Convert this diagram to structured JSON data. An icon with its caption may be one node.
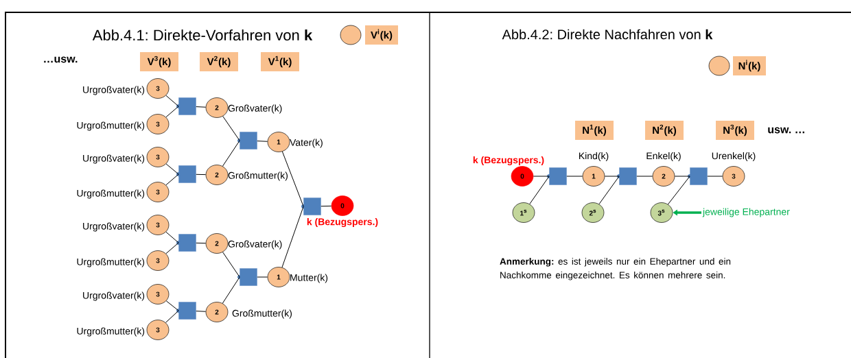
{
  "diagram": {
    "nodes": [
      {
        "text": [
          "V$^{3}$(k)"
        ]
      },
      {
        "text": [
          "V$^{2}$(k)"
        ]
      },
      {
        "text": [
          "V$^{1}$(k)"
        ]
      },
      {
        "text": [
          "3"
        ],
        "beside": [
          "Urgroßvater(k)"
        ]
      },
      {
        "text": [
          "3"
        ],
        "beside": [
          "Urgroßmutter(k)"
        ]
      },
      {
        "text": [],
        "shape": "box"
      },
      {
        "text": [
          "2"
        ],
        "beside": [
          "Großvater(k)"
        ]
      },
      {
        "text": [
          "3"
        ],
        "beside": [
          "Urgroßvater(k)"
        ]
      },
      {
        "text": [
          "3"
        ],
        "beside": [
          "Urgroßmutter(k)"
        ]
      },
      {
        "text": [],
        "shape": "box"
      },
      {
        "text": [
          "2"
        ],
        "beside": [
          "Großmutter(k)"
        ]
      },
      {
        "text": [],
        "shape": "box"
      },
      {
        "text": [
          "1"
        ],
        "beside": [
          "Vater(k)"
        ]
      },
      {
        "text": [
          "3"
        ],
        "beside": [
          "Urgroßvater(k)"
        ]
      },
      {
        "text": [
          "3"
        ],
        "beside": [
          "Urgroßmutter(k)"
        ]
      },
      {
        "text": [],
        "shape": "box"
      },
      {
        "text": [
          "2"
        ],
        "beside": [
          "Großvater(k)"
        ]
      },
      {
        "text": [
          "3"
        ],
        "beside": [
          "Urgroßvater(k)"
        ]
      },
      {
        "text": [
          "3"
        ],
        "beside": [
          "Urgroßmutter(k)"
        ]
      },
      {
        "text": [],
        "shape": "box"
      },
      {
        "text": [
          "2"
        ],
        "beside": [
          "Großmutter(k)"
        ]
      },
      {
        "text": [],
        "shape": "box"
      },
      {
        "text": [
          "1"
        ],
        "beside": [
          "Mutter(k)"
        ]
      },
      {
        "text": [],
        "shape": "box"
      },
      {
        "text": [
          "0"
        ],
        "beside": [
          "k (Bezugspers.)"
        ]
      },
      {
        "text": [
          "N$^{1}$(k)"
        ]
      },
      {
        "text": [
          "N$^{2}$(k)"
        ]
      },
      {
        "text": [
          "N$^{3}$(k)"
        ]
      },
      {
        "text": [
          "0"
        ],
        "beside": [
          "k (Bezugspers.)"
        ]
      },
      {
        "text": [],
        "shape": "box"
      },
      {
        "text": [
          "1"
        ],
        "beside": [
          "Kind(k)"
        ]
      },
      {
        "text": [],
        "shape": "box"
      },
      {
        "text": [
          "2"
        ],
        "beside": [
          "Enkel(k)"
        ]
      },
      {
        "text": [],
        "shape": "box"
      },
      {
        "text": [
          "3"
        ],
        "beside": [
          "Urenkel(k)"
        ]
      },
      {
        "text": [
          "1$^{s}$"
        ]
      },
      {
        "text": [
          "2$^{s}$"
        ]
      },
      {
        "text": [
          "3$^{s}$"
        ]
      },
      {
        "text": [
          "jeweilige Ehepartner"
        ]
      }
    ],
    "edges": [
      {
        "from": 3,
        "to": 5,
        "arrow": "none"
      },
      {
        "from": 4,
        "to": 5,
        "arrow": "none"
      },
      {
        "from": 5,
        "to": 6,
        "arrow": "none"
      },
      {
        "from": 7,
        "to": 9,
        "arrow": "none"
      },
      {
        "from": 8,
        "to": 9,
        "arrow": "none"
      },
      {
        "from": 9,
        "to": 10,
        "arrow": "none"
      },
      {
        "from": 6,
        "to": 11,
        "arrow": "none"
      },
      {
        "from": 10,
        "to": 11,
        "arrow": "none"
      },
      {
        "from": 11,
        "to": 12,
        "arrow": "none"
      },
      {
        "from": 13,
        "to": 15,
        "arrow": "none"
      },
      {
        "from": 14,
        "to": 15,
        "arrow": "none"
      },
      {
        "from": 15,
        "to": 16,
        "arrow": "none"
      },
      {
        "from": 17,
        "to": 19,
        "arrow": "none"
      },
      {
        "from": 18,
        "to": 19,
        "arrow": "none"
      },
      {
        "from": 19,
        "to": 20,
        "arrow": "none"
      },
      {
        "from": 16,
        "to": 21,
        "arrow": "none"
      },
      {
        "from": 20,
        "to": 21,
        "arrow": "none"
      },
      {
        "from": 21,
        "to": 22,
        "arrow": "none"
      },
      {
        "from": 12,
        "to": 23,
        "arrow": "none"
      },
      {
        "from": 22,
        "to": 23,
        "arrow": "none"
      },
      {
        "from": 23,
        "to": 24,
        "arrow": "none"
      },
      {
        "from": 28,
        "to": 29,
        "arrow": "none"
      },
      {
        "from": 35,
        "to": 29,
        "arrow": "none"
      },
      {
        "from": 29,
        "to": 30,
        "arrow": "none"
      },
      {
        "from": 30,
        "to": 31,
        "arrow": "none"
      },
      {
        "from": 36,
        "to": 31,
        "arrow": "none"
      },
      {
        "from": 31,
        "to": 32,
        "arrow": "none"
      },
      {
        "from": 32,
        "to": 33,
        "arrow": "none"
      },
      {
        "from": 37,
        "to": 33,
        "arrow": "none"
      },
      {
        "from": 33,
        "to": 34,
        "arrow": "none"
      },
      {
        "from": 38,
        "to": 37,
        "arrow": "to",
        "style": "thick",
        "color": "#00b050"
      }
    ],
    "labels": [
      "Abb.4.1: Direkte-Vorfahren von **k**",
      "…usw.",
      "Abb.4.2: Direkte Nachfahren von **k**",
      "usw. …",
      "**Anmerkung:** es ist jeweils nur ein Ehepartner und ein Nachkomme eingezeichnet. Es können mehrere sein."
    ],
    "legend": [
      {
        "text": "V$^{i}$(k)"
      },
      {
        "text": "N$^{i}$(k)"
      }
    ]
  }
}
